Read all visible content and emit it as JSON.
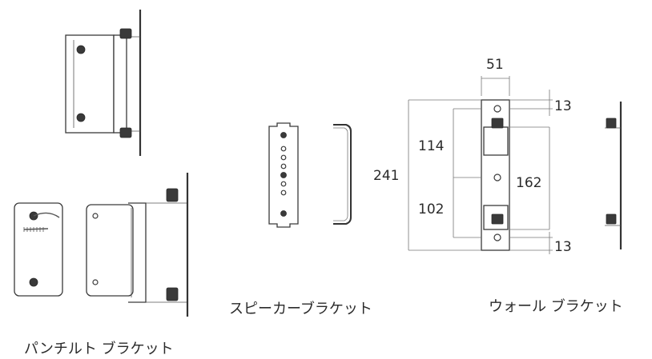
{
  "captions": {
    "tilt_bracket": "パンチルト ブラケット",
    "speaker_bracket": "スピーカーブラケット",
    "wall_bracket": "ウォール ブラケット"
  },
  "dimensions": {
    "width": "51",
    "height_total": "241",
    "upper_section": "114",
    "lower_section": "102",
    "slot_span": "162",
    "top_margin": "13",
    "bottom_margin": "13"
  }
}
